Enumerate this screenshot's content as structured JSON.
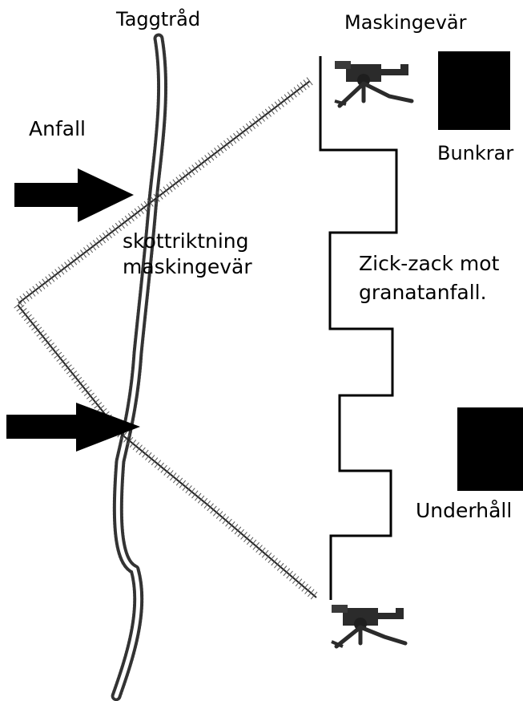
{
  "labels": {
    "barbed_wire": "Taggtråd",
    "machine_guns": "Maskingevär",
    "attack": "Anfall",
    "bunkers": "Bunkrar",
    "firing_direction_line1": "skottriktning",
    "firing_direction_line2": "maskingevär",
    "zigzag_line1": "Zick-zack mot",
    "zigzag_line2": "granatanfall.",
    "supply": "Underhåll"
  },
  "icons": {
    "machine_gun": "machine-gun-icon",
    "attack_arrow": "arrow-right-icon",
    "bunker": "black-square"
  },
  "colors": {
    "ink": "#000000",
    "wire_gray": "#555555",
    "background": "#ffffff"
  }
}
